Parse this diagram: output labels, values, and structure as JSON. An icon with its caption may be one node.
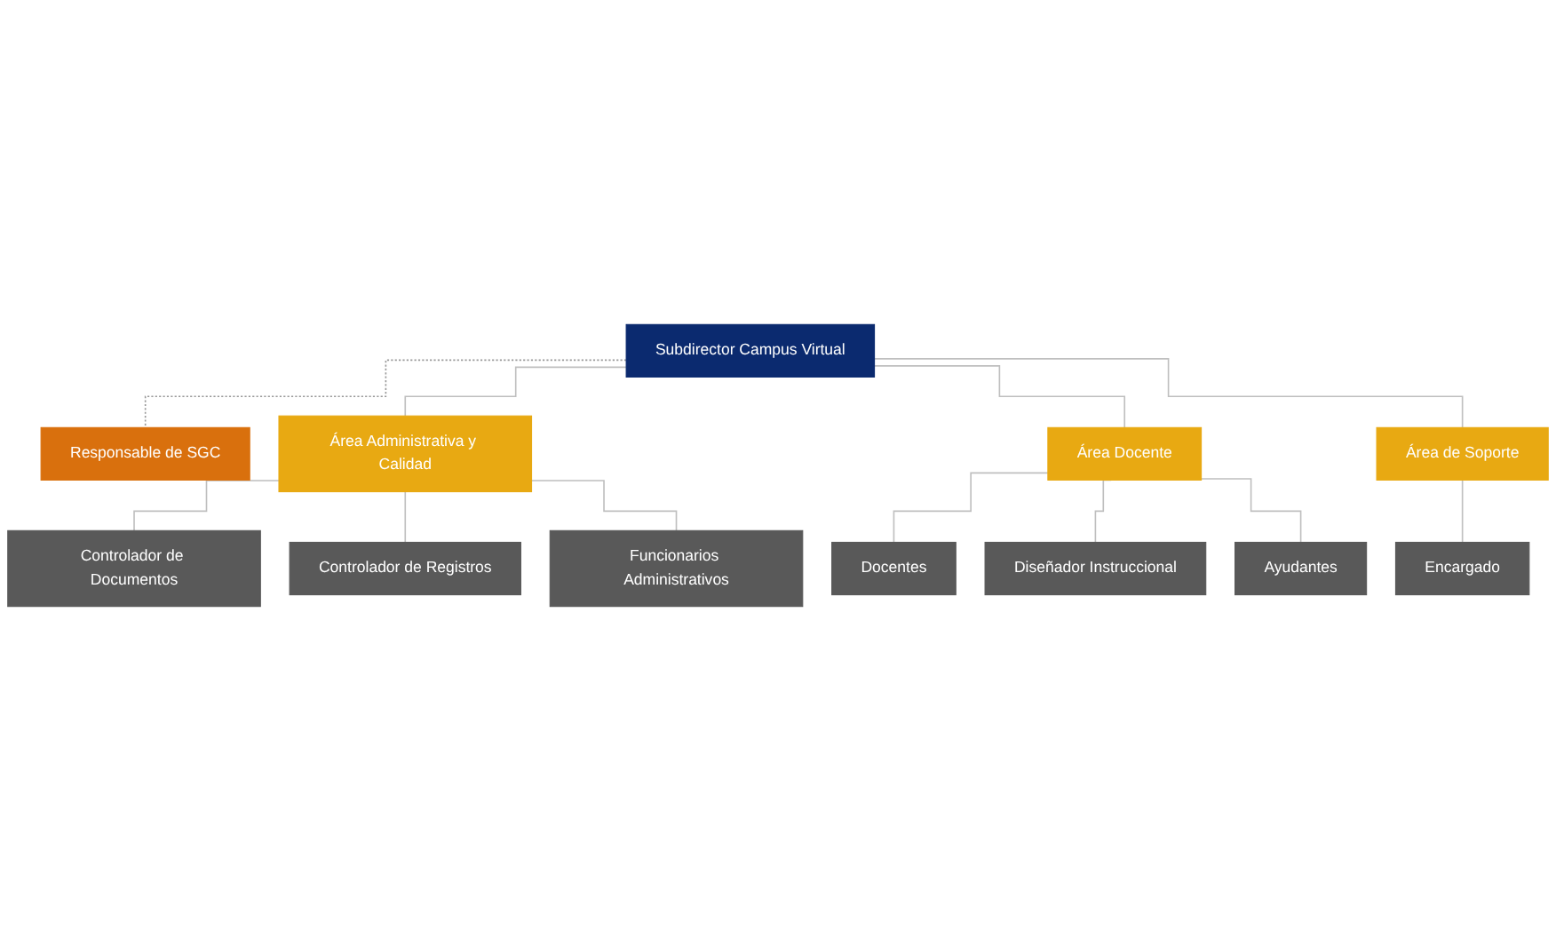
{
  "diagram": {
    "nodes": [
      {
        "text": [
          "Subdirector Campus Virtual"
        ]
      },
      {
        "text": [
          "Responsable de SGC"
        ]
      },
      {
        "text": [
          "Área Administrativa y Calidad"
        ]
      },
      {
        "text": [
          "Área Docente"
        ]
      },
      {
        "text": [
          "Área de Soporte"
        ]
      },
      {
        "text": [
          "Controlador de Documentos"
        ]
      },
      {
        "text": [
          "Controlador de Registros"
        ]
      },
      {
        "text": [
          "Funcionarios Administrativos"
        ]
      },
      {
        "text": [
          "Docentes"
        ]
      },
      {
        "text": [
          "Diseñador Instruccional"
        ]
      },
      {
        "text": [
          "Ayudantes"
        ]
      },
      {
        "text": [
          "Encargado"
        ]
      }
    ],
    "edges": [
      {
        "from": 0,
        "to": 1,
        "arrow": "none",
        "style": "dashed",
        "color": "#999999"
      },
      {
        "from": 0,
        "to": 2,
        "arrow": "none"
      },
      {
        "from": 0,
        "to": 3,
        "arrow": "none"
      },
      {
        "from": 0,
        "to": 4,
        "arrow": "none"
      },
      {
        "from": 2,
        "to": 5,
        "arrow": "none"
      },
      {
        "from": 2,
        "to": 6,
        "arrow": "none"
      },
      {
        "from": 2,
        "to": 7,
        "arrow": "none"
      },
      {
        "from": 3,
        "to": 8,
        "arrow": "none"
      },
      {
        "from": 3,
        "to": 9,
        "arrow": "none"
      },
      {
        "from": 3,
        "to": 10,
        "arrow": "none"
      },
      {
        "from": 4,
        "to": 11,
        "arrow": "none"
      }
    ]
  }
}
